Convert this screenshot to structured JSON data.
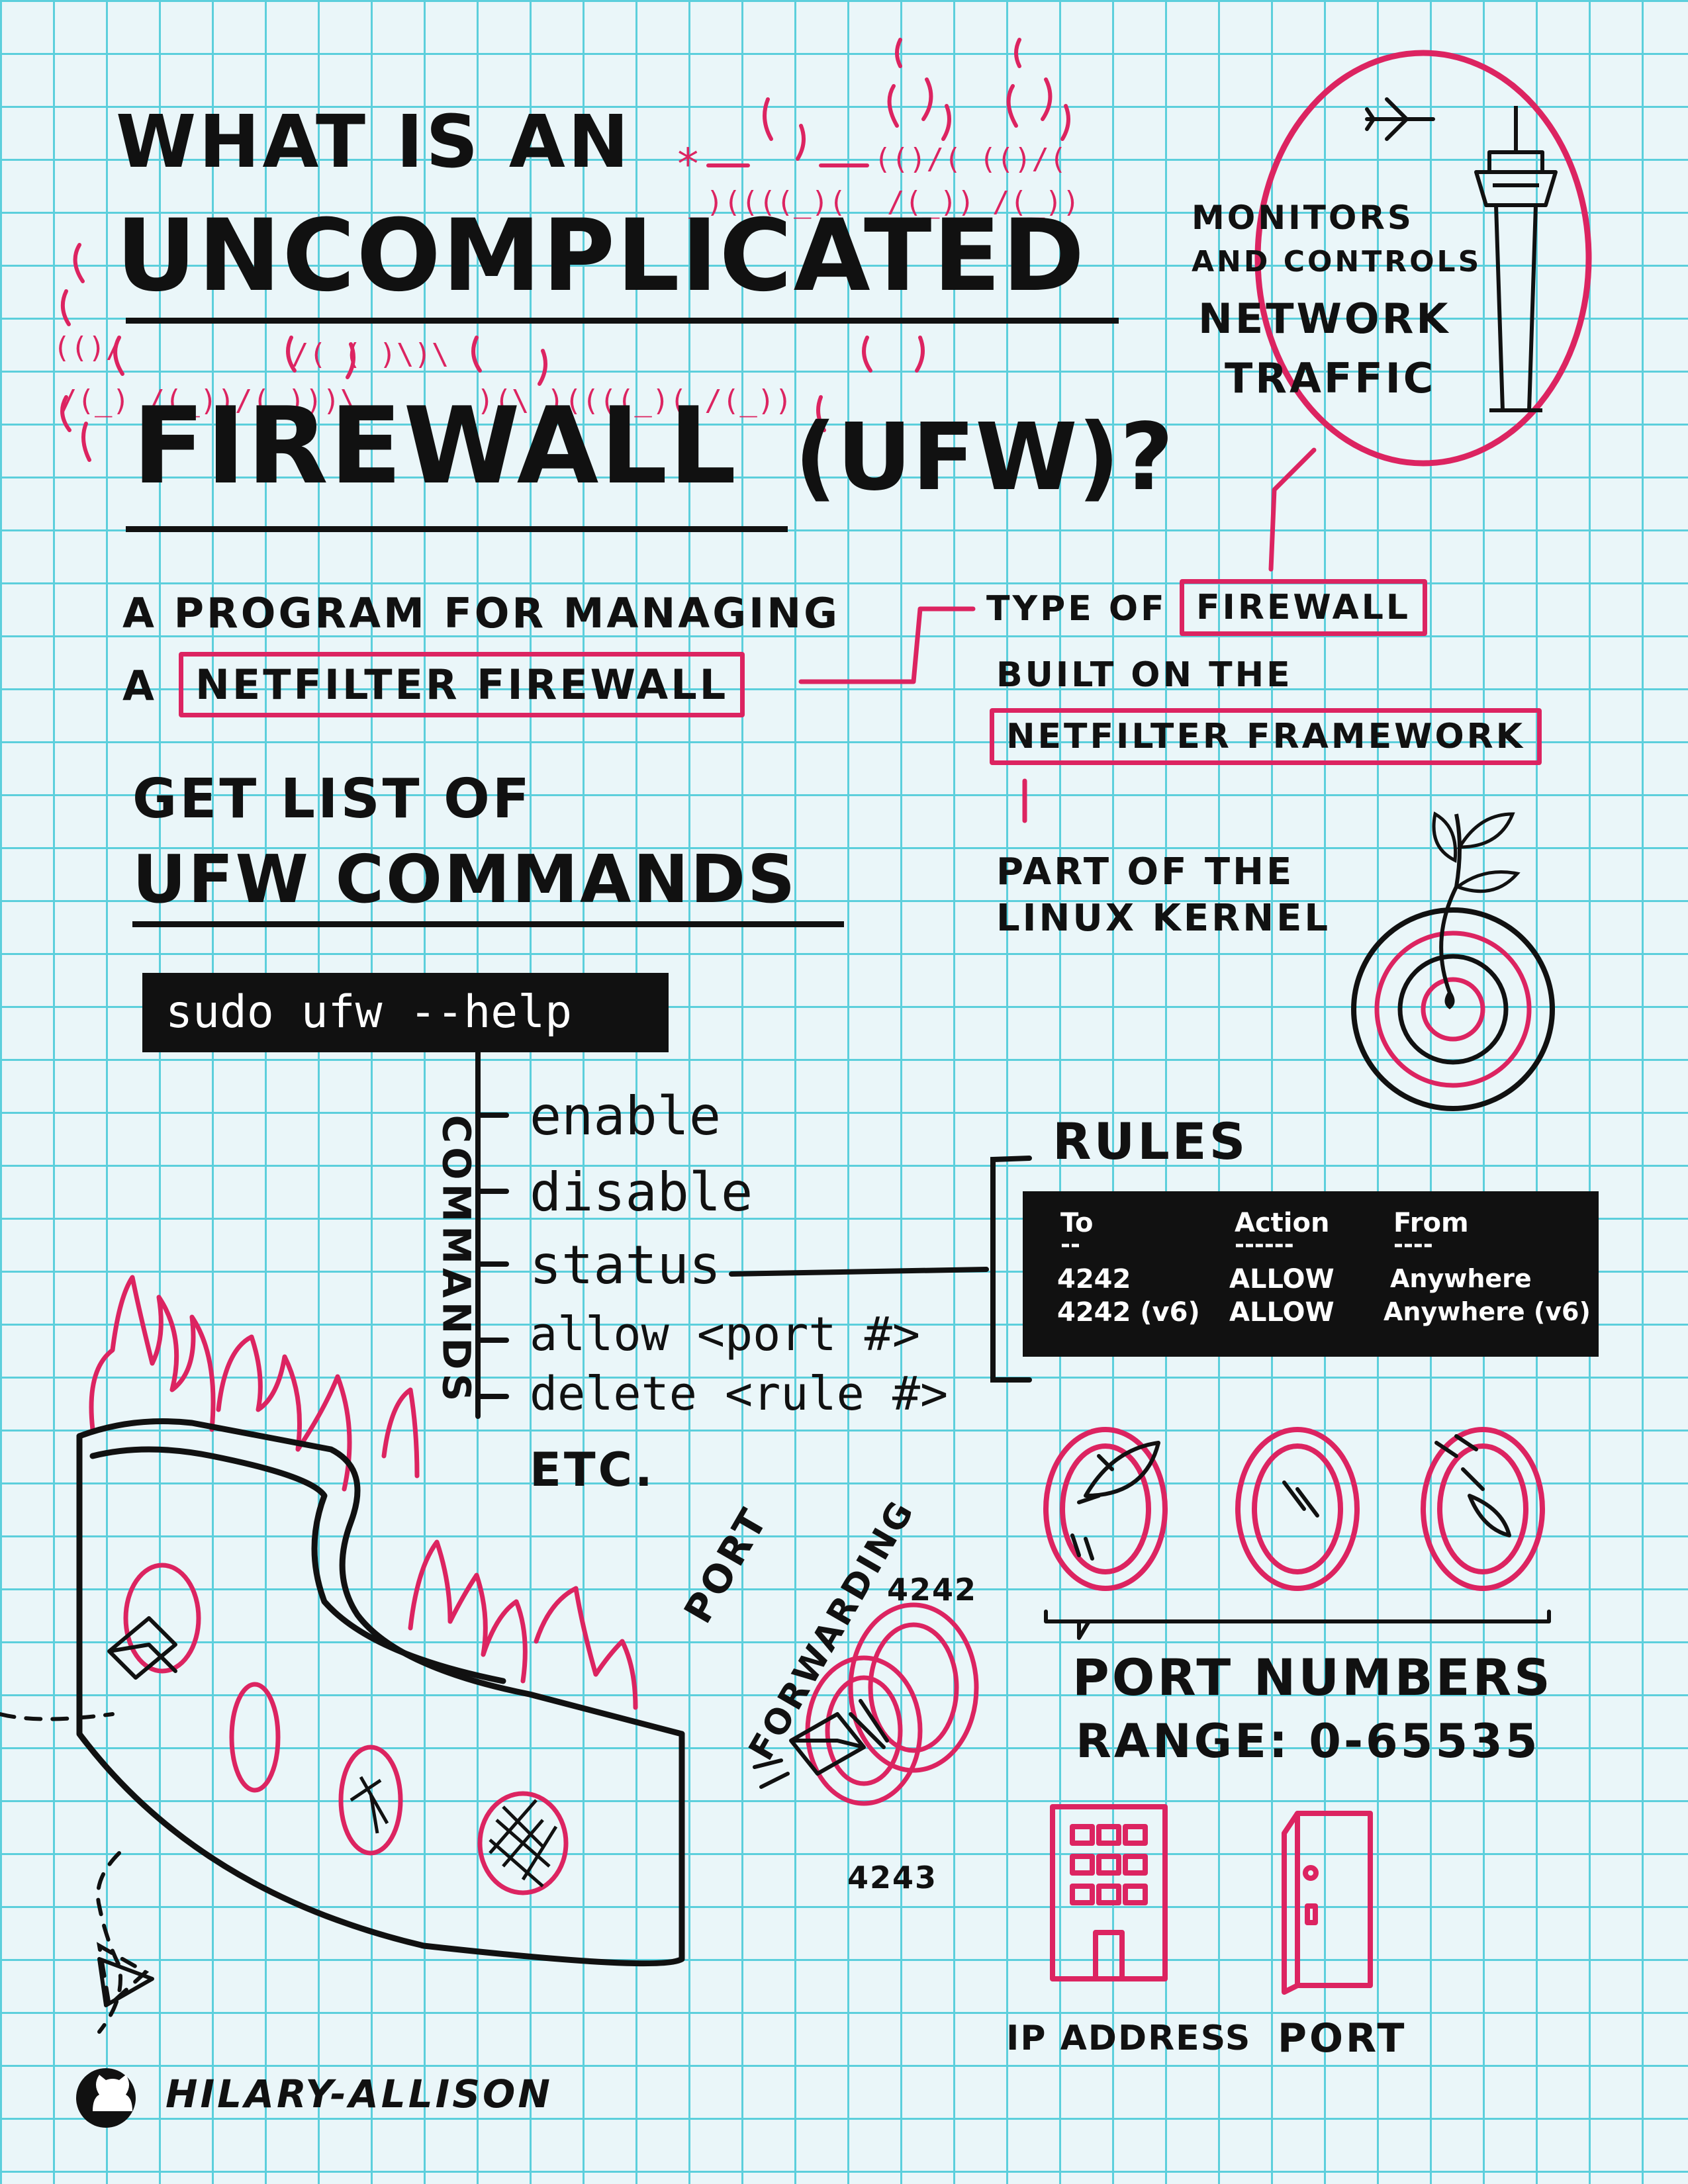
{
  "title": {
    "line1": "WHAT IS AN",
    "line2": "UNCOMPLICATED",
    "line3": "FIREWALL",
    "line3_suffix": "(UFW)?"
  },
  "definition": {
    "line1": "A PROGRAM FOR MANAGING",
    "prefix": "A",
    "boxed": "NETFILTER FIREWALL"
  },
  "network_bubble": {
    "line1": "MONITORS",
    "line2": "AND CONTROLS",
    "line3": "NETWORK",
    "line4": "TRAFFIC"
  },
  "netfilter": {
    "type_of": "TYPE OF",
    "firewall_boxed": "FIREWALL",
    "built_on": "BUILT ON THE",
    "framework_boxed": "NETFILTER FRAMEWORK",
    "part_of_1": "PART OF THE",
    "part_of_2": "LINUX KERNEL"
  },
  "commands_section": {
    "heading1": "GET LIST OF",
    "heading2": "UFW COMMANDS",
    "help_command": "sudo ufw --help",
    "side_label": "COMMANDS",
    "items": [
      "enable",
      "disable",
      "status",
      "allow <port #>",
      "delete <rule #>"
    ],
    "etc": "ETC."
  },
  "rules": {
    "label": "RULES",
    "headers": [
      "To",
      "Action",
      "From"
    ],
    "separators": [
      "--",
      "------",
      "----"
    ],
    "rows": [
      [
        "4242",
        "ALLOW",
        "Anywhere"
      ],
      [
        "4242 (v6)",
        "ALLOW",
        "Anywhere (v6)"
      ]
    ]
  },
  "port_forwarding": {
    "label1": "PORT",
    "label2": "FORWARDING",
    "port_a": "4242",
    "port_b": "4243"
  },
  "ports": {
    "title": "PORT NUMBERS",
    "range": "RANGE: 0-65535"
  },
  "icons_labels": {
    "ip": "IP ADDRESS",
    "port": "PORT"
  },
  "footer": {
    "author": "HILARY-ALLISON"
  },
  "colors": {
    "accent": "#dc2461",
    "ink": "#111111",
    "grid": "#5ccfdc",
    "paper": "#eaf6f9"
  }
}
